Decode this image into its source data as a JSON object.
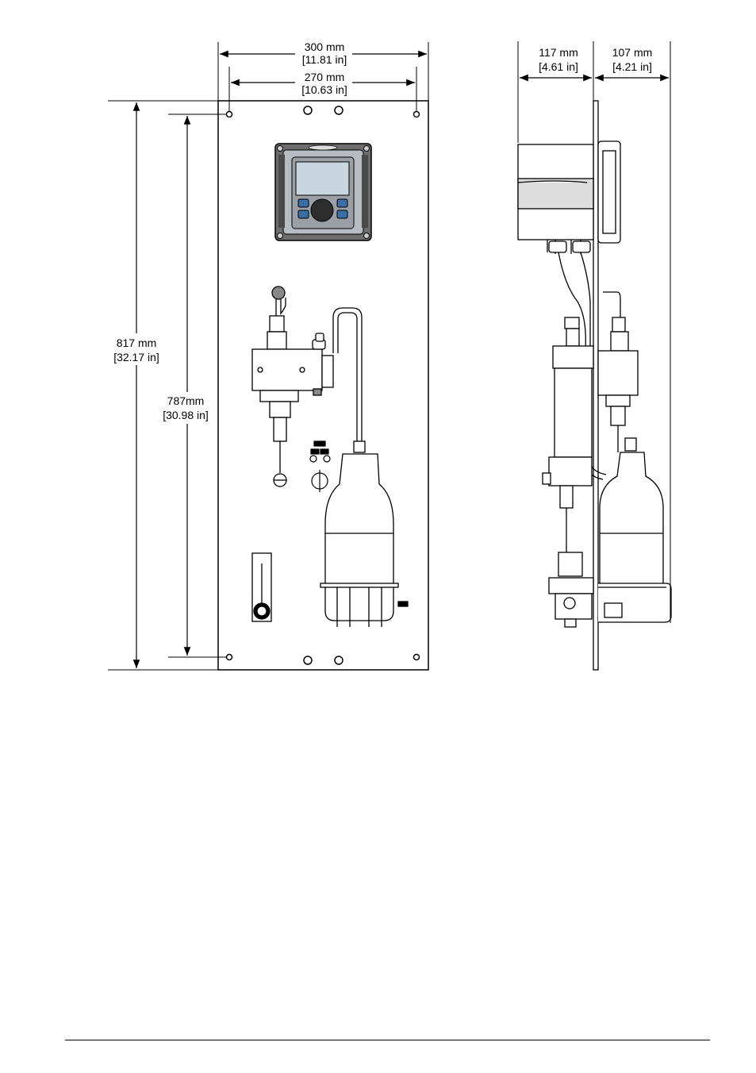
{
  "front_view": {
    "total_width": {
      "metric": "300 mm",
      "imperial": "[11.81 in]"
    },
    "hole_spacing_width": {
      "metric": "270 mm",
      "imperial": "[10.63 in]"
    },
    "total_height": {
      "metric": "817 mm",
      "imperial": "[32.17 in]"
    },
    "hole_spacing_height": {
      "metric": "787mm",
      "imperial": "[30.98 in]"
    }
  },
  "side_view": {
    "front_depth": {
      "metric": "117 mm",
      "imperial": "[4.61 in]"
    },
    "rear_depth": {
      "metric": "107 mm",
      "imperial": "[4.21 in]"
    }
  },
  "colors": {
    "line": "#000000",
    "controller_body": "#6d6d6d",
    "controller_face": "#9aa0a6",
    "screen": "#c9d6df",
    "keys": "#3b6ea5"
  }
}
